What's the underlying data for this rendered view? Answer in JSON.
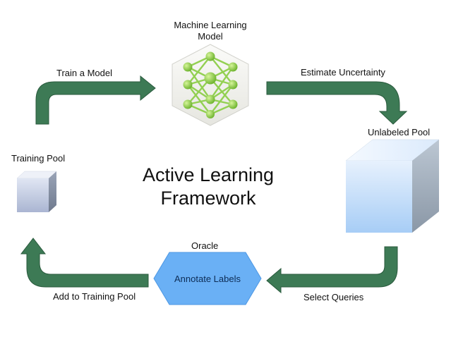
{
  "diagram": {
    "title_line1": "Active Learning",
    "title_line2": "Framework",
    "nodes": {
      "model": {
        "label_line1": "Machine Learning",
        "label_line2": "Model",
        "icon": "neural-network-icon"
      },
      "unlabeled_pool": {
        "label": "Unlabeled Pool",
        "icon": "cube-icon"
      },
      "training_pool": {
        "label": "Training Pool",
        "icon": "cube-icon"
      },
      "oracle": {
        "label": "Oracle",
        "action": "Annotate Labels"
      }
    },
    "edges": {
      "train": "Train a Model",
      "estimate": "Estimate Uncertainty",
      "select": "Select Queries",
      "add": "Add to Training Pool"
    },
    "colors": {
      "arrow": "#3d7a55",
      "arrow_stroke": "#2a5a3d",
      "hexagon": "#6ab0f5",
      "network_node": "#8ccf3f",
      "cube_light": "#dbe9fb",
      "cube_dark": "#9fb9d9"
    }
  }
}
